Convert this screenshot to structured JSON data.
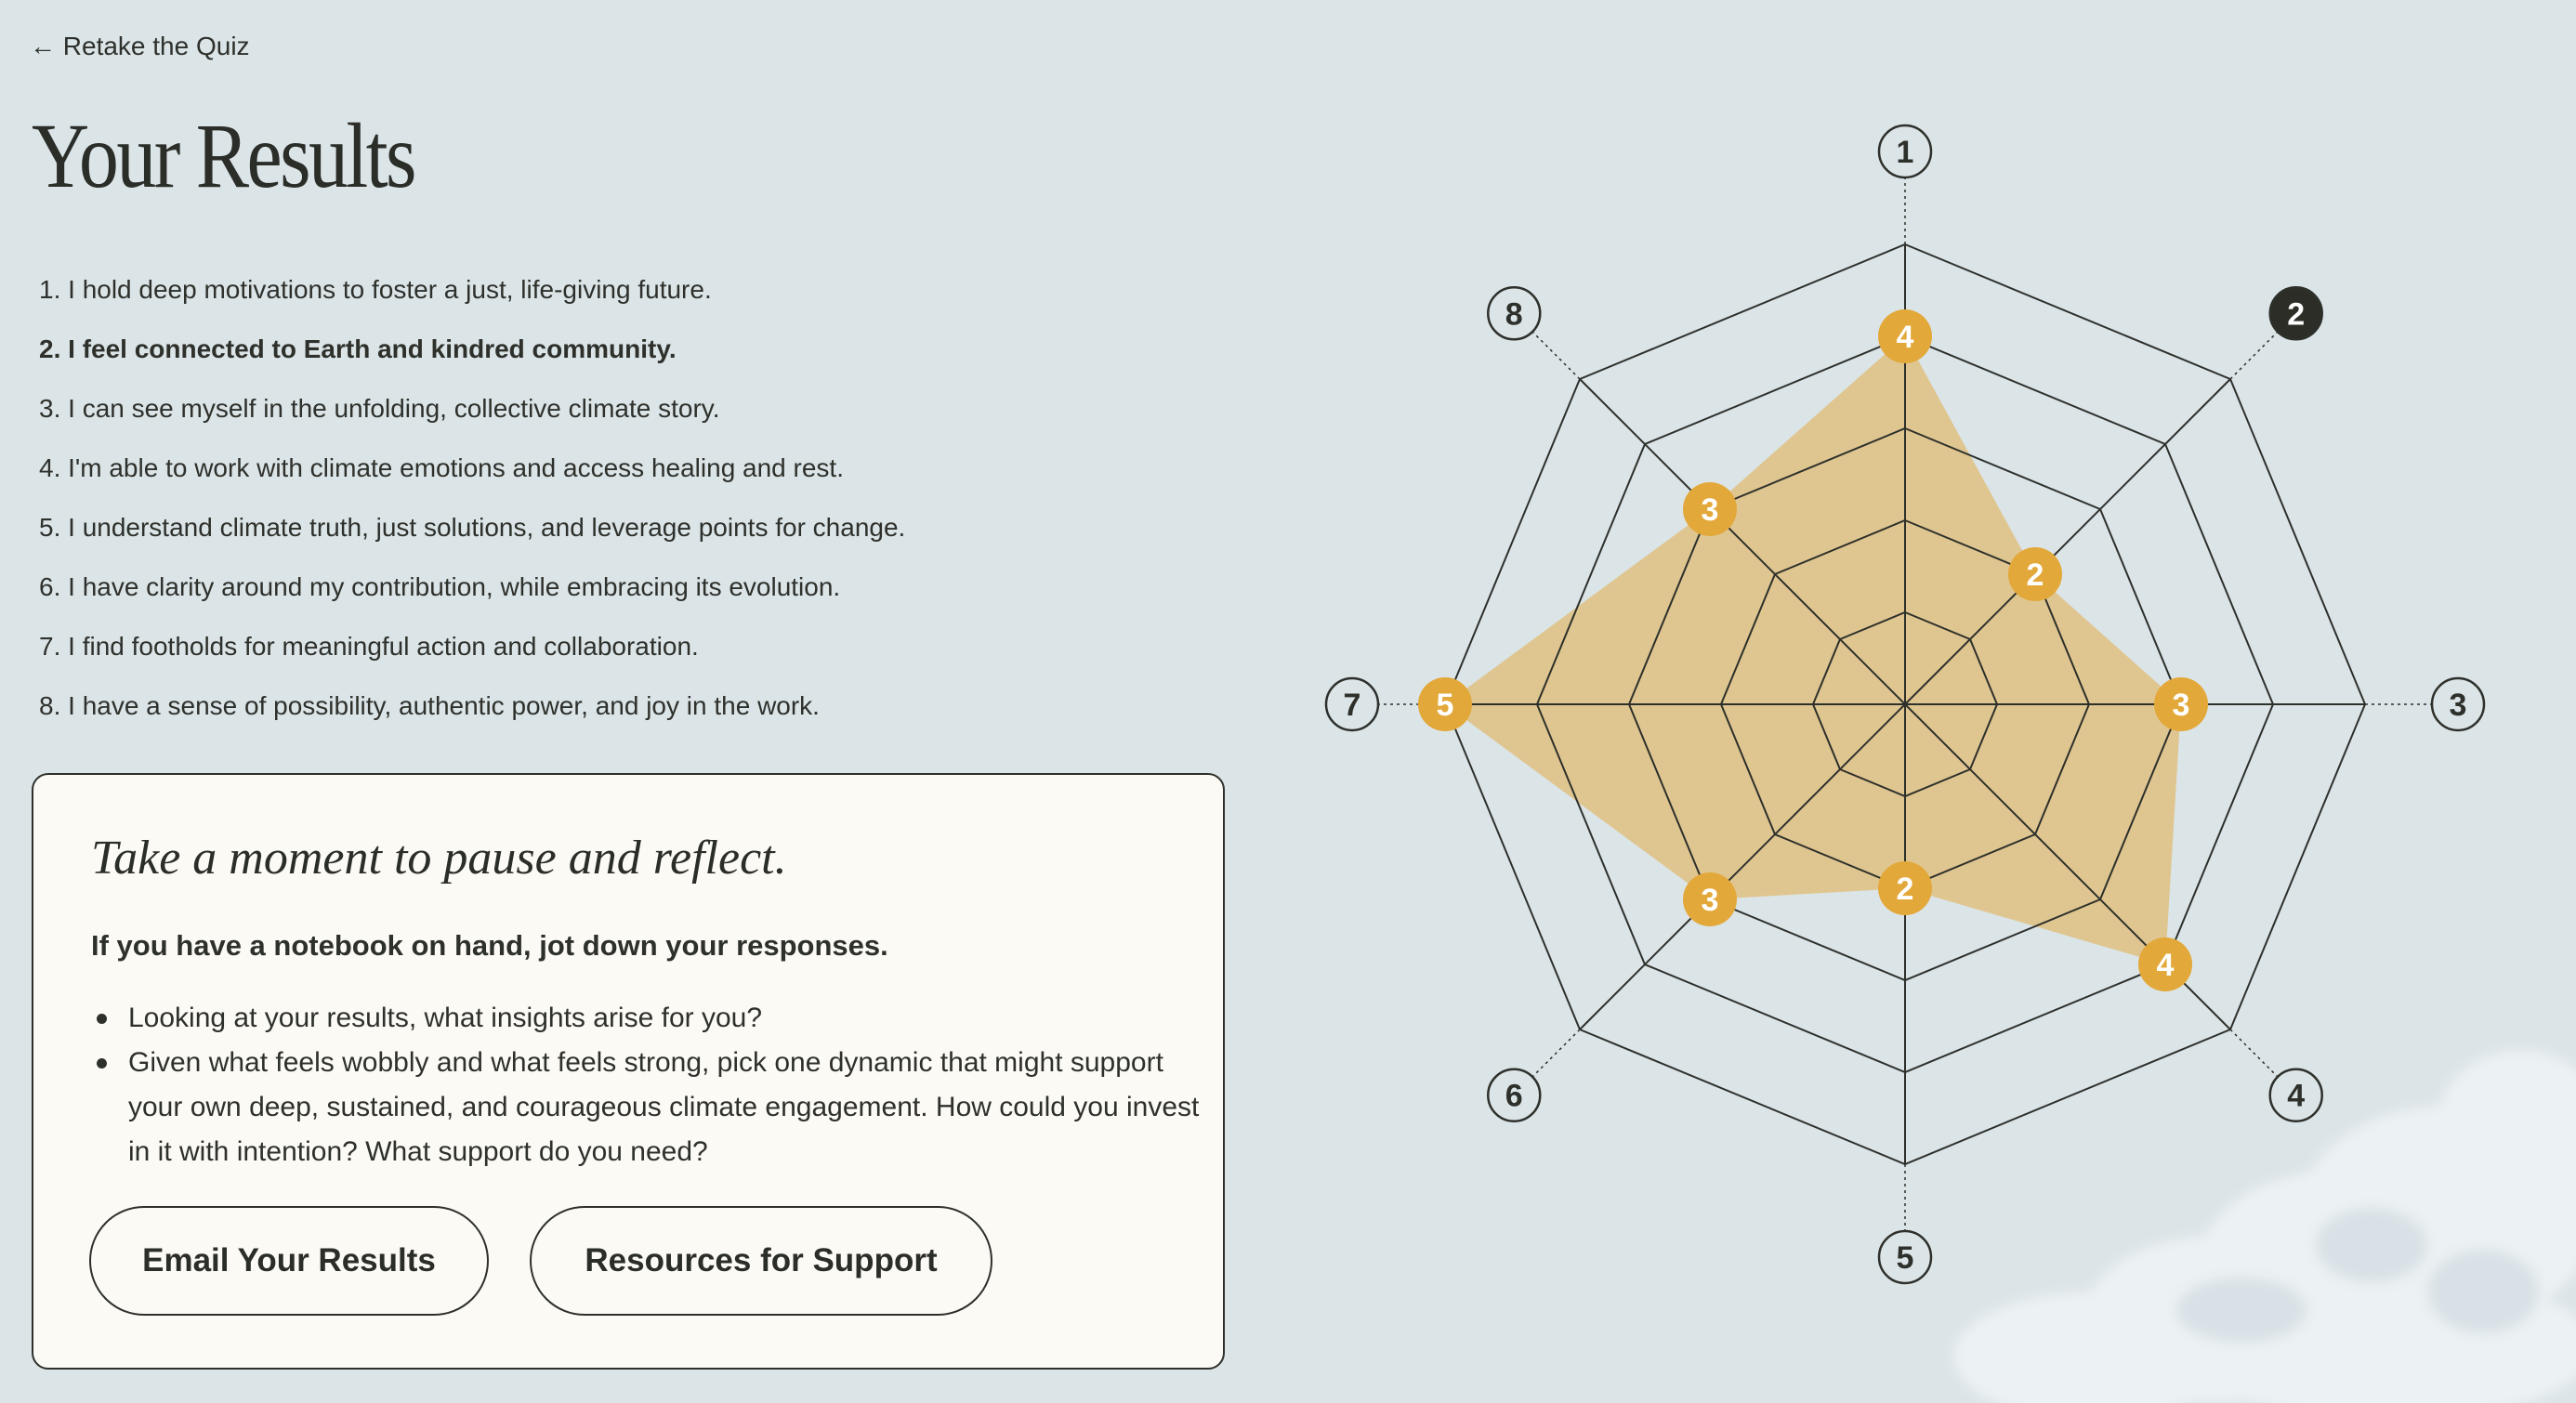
{
  "nav": {
    "back_label": "← Retake the Quiz"
  },
  "page": {
    "title": "Your Results"
  },
  "statements": [
    {
      "num": "1",
      "text": "1. I hold deep motivations to foster a just, life-giving future.",
      "score": 4,
      "active": false
    },
    {
      "num": "2",
      "text": "2. I feel connected to Earth and kindred community.",
      "score": 2,
      "active": true
    },
    {
      "num": "3",
      "text": "3. I can see myself in the unfolding, collective climate story.",
      "score": 3,
      "active": false
    },
    {
      "num": "4",
      "text": "4. I'm able to work with climate emotions and access healing and rest.",
      "score": 4,
      "active": false
    },
    {
      "num": "5",
      "text": "5. I understand climate truth, just solutions, and leverage points for change.",
      "score": 2,
      "active": false
    },
    {
      "num": "6",
      "text": "6. I have clarity around my contribution, while embracing its evolution.",
      "score": 3,
      "active": false
    },
    {
      "num": "7",
      "text": "7. I find footholds for meaningful action and collaboration.",
      "score": 5,
      "active": false
    },
    {
      "num": "8",
      "text": "8. I have a sense of possibility, authentic power, and joy in the work.",
      "score": 3,
      "active": false
    }
  ],
  "reflect": {
    "title": "Take a moment to pause and reflect.",
    "subtitle": "If you have a notebook on hand, jot down your responses.",
    "prompts": [
      "Looking at your results, what insights arise for you?",
      "Given what feels wobbly and what feels strong, pick one dynamic that might support your own deep, sustained, and courageous climate engagement. How could you invest in it with intention? What support do you need?"
    ],
    "email_button": "Email Your Results",
    "resources_button": "Resources for Support"
  },
  "colors": {
    "background": "#dbe4e7",
    "card": "#fcfaf5",
    "ink": "#2e302b",
    "accent": "#e3a83a",
    "fill": "#dfc690",
    "active_axis": "#2b2d26"
  },
  "chart_data": {
    "type": "radar",
    "axes": [
      "1",
      "2",
      "3",
      "4",
      "5",
      "6",
      "7",
      "8"
    ],
    "values": [
      4,
      2,
      3,
      4,
      2,
      3,
      5,
      3
    ],
    "max": 5,
    "rings": 5,
    "highlighted_axis": "2"
  }
}
